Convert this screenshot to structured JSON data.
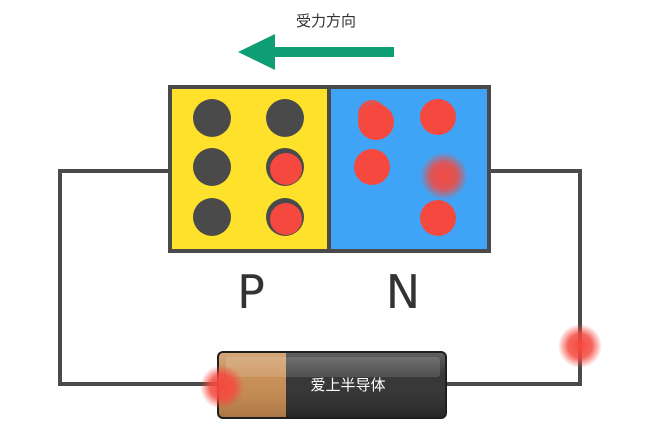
{
  "diagram": {
    "force_direction_label": "受力方向",
    "p_region_label": "P",
    "n_region_label": "N",
    "battery_label": "爱上半导体",
    "colors": {
      "p_region": "#FEE12B",
      "n_region": "#3FA4F5",
      "arrow": "#0E9E76",
      "electron": "#F5493F",
      "hole": "#4A4A4A",
      "wire": "#4A4A4A",
      "battery_positive": "#C78A4F",
      "battery_body": "#2D2D2D"
    },
    "p_region_particles": [
      "hole",
      "hole",
      "hole",
      "electron",
      "hole",
      "electron"
    ],
    "n_region_electron_count": 6,
    "wire_electron_count": 2,
    "arrow_direction": "left"
  }
}
